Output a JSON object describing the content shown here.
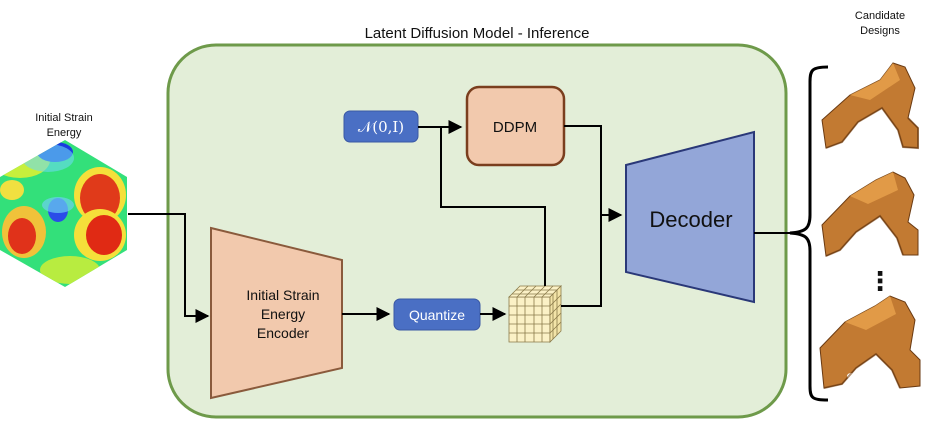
{
  "diagram": {
    "title": "Latent Diffusion Model - Inference",
    "input": {
      "label_line1": "Initial Strain",
      "label_line2": "Energy"
    },
    "encoder": {
      "line1": "Initial Strain",
      "line2": "Energy",
      "line3": "Encoder"
    },
    "noise_label": "𝒩(0,I)",
    "ddpm_label": "DDPM",
    "quantize_label": "Quantize",
    "decoder_label": "Decoder",
    "output": {
      "label_line1": "Candidate",
      "label_line2": "Designs",
      "ellipsis": "⋮"
    }
  },
  "colors": {
    "panel_fill": "#e3eed8",
    "panel_border": "#6e9a4a",
    "encoder_fill": "#f2c9ad",
    "encoder_border": "#8a5a3c",
    "ddpm_fill": "#f2c9ad",
    "ddpm_border": "#7a3e1e",
    "decoder_fill": "#93a6d8",
    "decoder_border": "#2a3878",
    "pill_fill": "#4a6fc4",
    "cube_fill": "#fbf1c6",
    "design_fill": "#c27a32"
  }
}
